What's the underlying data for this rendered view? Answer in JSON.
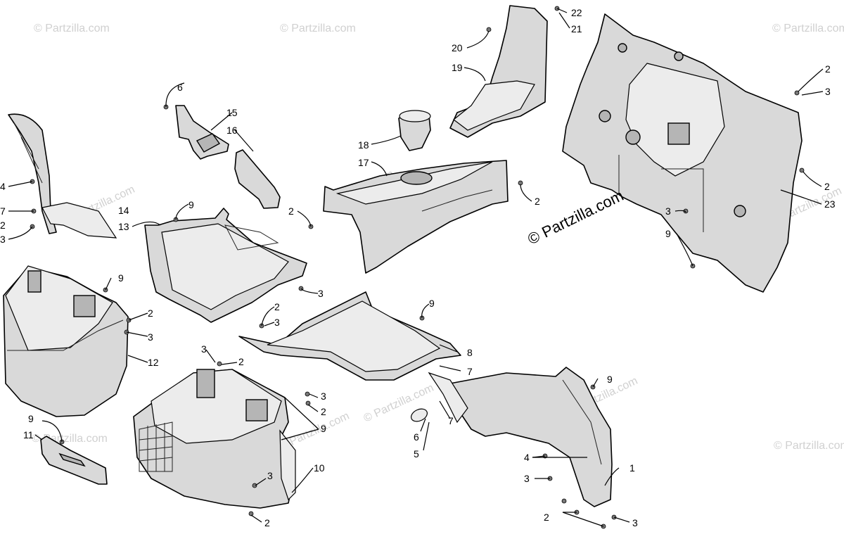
{
  "copyright": "© Partzilla.com",
  "watermark": "© Partzilla.com",
  "callouts": {
    "n1": "1",
    "n2": "2",
    "n3": "3",
    "n4": "4",
    "n5": "5",
    "n6": "6",
    "n7": "7",
    "n8": "8",
    "n9": "9",
    "n10": "10",
    "n11": "11",
    "n12": "12",
    "n13": "13",
    "n14": "14",
    "n15": "15",
    "n16": "16",
    "n17": "17",
    "n18": "18",
    "n19": "19",
    "n20": "20",
    "n21": "21",
    "n22": "22",
    "n23": "23"
  }
}
